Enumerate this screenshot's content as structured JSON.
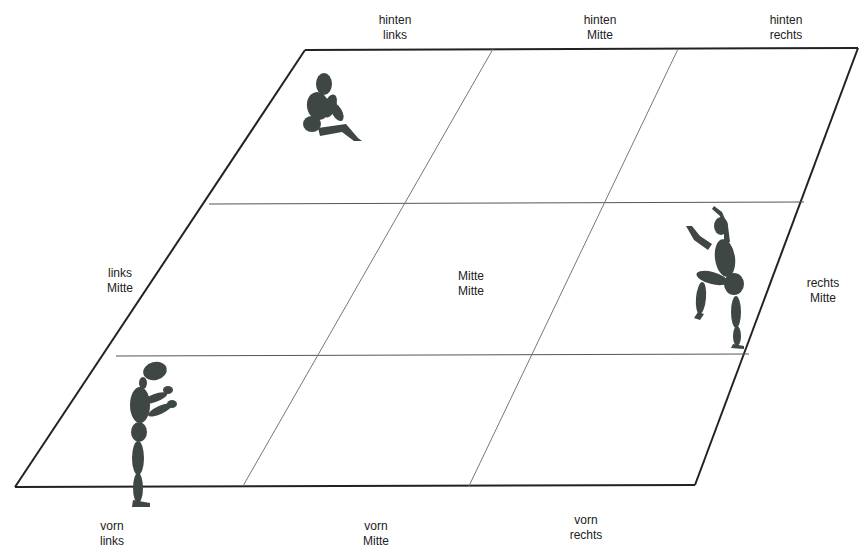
{
  "diagram": {
    "labels": [
      "hinten links",
      "hinten Mitte",
      "hinten rechts",
      "links Mitte",
      "Mitte Mitte",
      "rechts Mitte",
      "vorn links",
      "vorn Mitte",
      "vorn rechts"
    ]
  }
}
